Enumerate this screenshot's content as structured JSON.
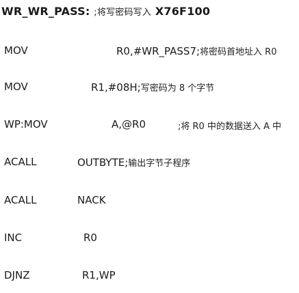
{
  "header": {
    "label": "WR_WR_PASS:",
    "comment": ";将写密码写入",
    "address": "X76F100"
  },
  "lines": [
    {
      "mnemonic": "MOV",
      "operand": "R0,#WR_PASS7;",
      "comment": "将密码首地址入 R0"
    },
    {
      "mnemonic": "MOV",
      "operand": "R1,#08H;",
      "comment": "写密码为 8 个字节"
    },
    {
      "mnemonic": "WP:MOV",
      "operand": "A,@R0",
      "comment": ";将 R0 中的数据送入 A 中"
    },
    {
      "mnemonic": "ACALL",
      "operand": "OUTBYTE;",
      "comment": "输出字节子程序"
    },
    {
      "mnemonic": "ACALL",
      "operand": "NACK",
      "comment": ""
    },
    {
      "mnemonic": "INC",
      "operand": "R0",
      "comment": ""
    },
    {
      "mnemonic": "DJNZ",
      "operand": "R1,WP",
      "comment": ""
    }
  ]
}
